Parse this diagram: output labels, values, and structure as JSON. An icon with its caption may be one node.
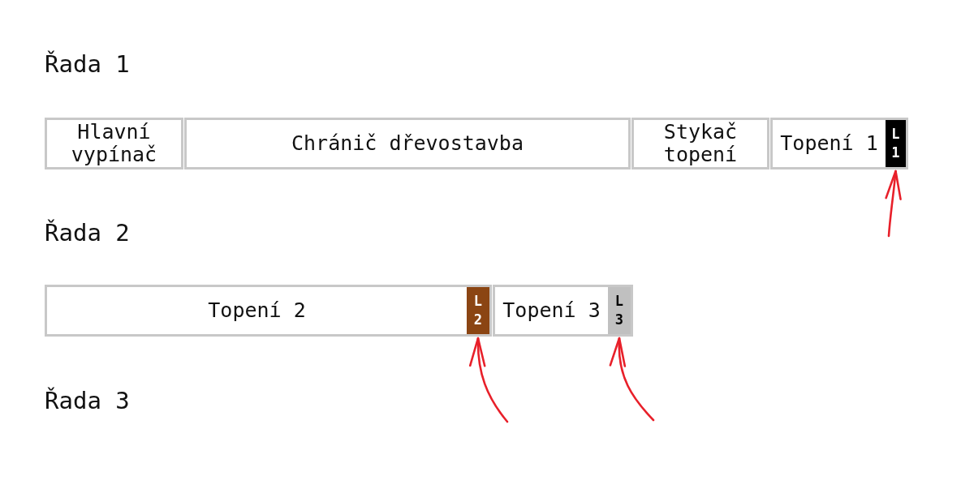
{
  "diagram": {
    "nodes": [
      {
        "text": [
          "Hlavní vypínač"
        ]
      },
      {
        "text": [
          "Chránič dřevostavba"
        ]
      },
      {
        "text": [
          "Stykač topení"
        ]
      },
      {
        "text": [
          "Topení 1"
        ]
      },
      {
        "text": [
          "L 1"
        ],
        "in": 3
      },
      {
        "text": [
          "Topení 2"
        ]
      },
      {
        "text": [
          "L 2"
        ],
        "in": 5
      },
      {
        "text": [
          "Topení 3"
        ]
      },
      {
        "text": [
          "L 3"
        ],
        "in": 7
      }
    ],
    "edges": [
      {
        "from": null,
        "to": 4,
        "arrow": "to"
      },
      {
        "from": null,
        "to": 6,
        "arrow": "to"
      },
      {
        "from": null,
        "to": 8,
        "arrow": "to"
      }
    ],
    "labels": [
      "Řada 1",
      "Řada 2",
      "Řada 3"
    ]
  }
}
